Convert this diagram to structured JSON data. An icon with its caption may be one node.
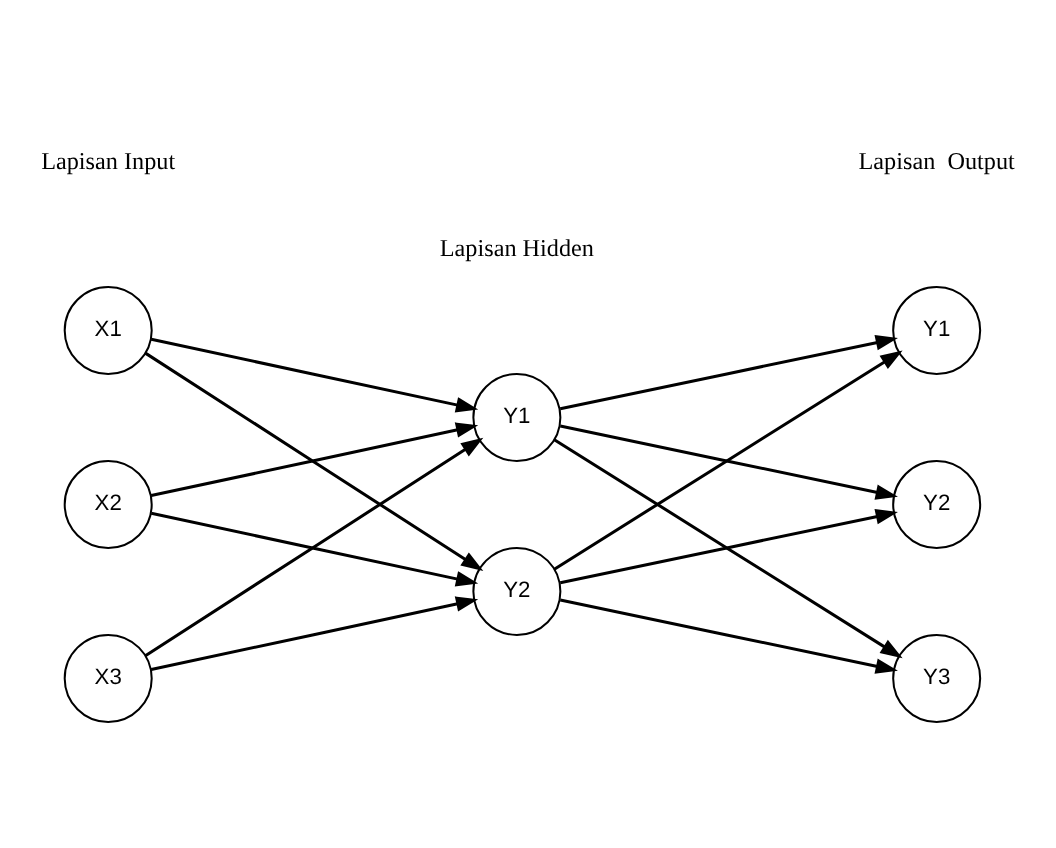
{
  "diagram": {
    "nodes": [
      {
        "text": [
          "X1"
        ]
      },
      {
        "text": [
          "X2"
        ]
      },
      {
        "text": [
          "X3"
        ]
      },
      {
        "text": [
          "Y1"
        ]
      },
      {
        "text": [
          "Y2"
        ]
      },
      {
        "text": [
          "Y1"
        ]
      },
      {
        "text": [
          "Y2"
        ]
      },
      {
        "text": [
          "Y3"
        ]
      }
    ],
    "edges": [
      {
        "from": 0,
        "to": 3,
        "arrow": "to"
      },
      {
        "from": 0,
        "to": 4,
        "arrow": "to"
      },
      {
        "from": 1,
        "to": 3,
        "arrow": "to"
      },
      {
        "from": 1,
        "to": 4,
        "arrow": "to"
      },
      {
        "from": 2,
        "to": 3,
        "arrow": "to"
      },
      {
        "from": 2,
        "to": 4,
        "arrow": "to"
      },
      {
        "from": 3,
        "to": 5,
        "arrow": "to"
      },
      {
        "from": 3,
        "to": 6,
        "arrow": "to"
      },
      {
        "from": 3,
        "to": 7,
        "arrow": "to"
      },
      {
        "from": 4,
        "to": 5,
        "arrow": "to"
      },
      {
        "from": 4,
        "to": 6,
        "arrow": "to"
      },
      {
        "from": 4,
        "to": 7,
        "arrow": "to"
      }
    ],
    "labels": [
      "Lapisan Input",
      "Lapisan Hidden",
      "Lapisan  Output"
    ]
  }
}
